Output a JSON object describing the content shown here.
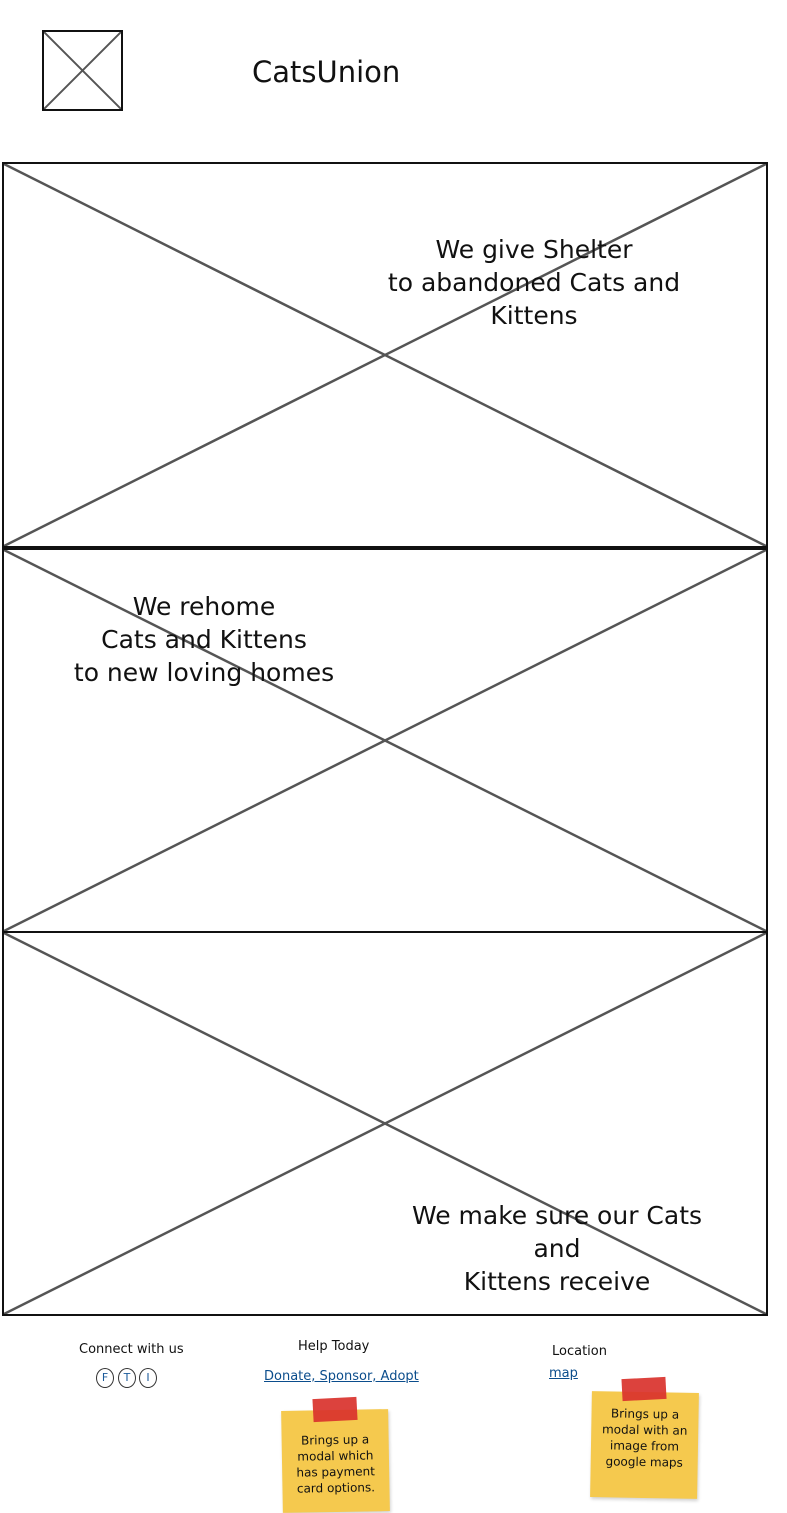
{
  "header": {
    "logo_icon": "image-placeholder-icon",
    "brand": "CatsUnion"
  },
  "sections": [
    {
      "image_icon": "image-placeholder-icon",
      "caption": "We give Shelter\nto abandoned Cats and\nKittens"
    },
    {
      "image_icon": "image-placeholder-icon",
      "caption": "We rehome\nCats and Kittens\nto new loving homes"
    },
    {
      "image_icon": "image-placeholder-icon",
      "caption": "We make sure our Cats\nand\nKittens receive"
    }
  ],
  "footer": {
    "connect": {
      "heading": "Connect with us",
      "icons": [
        {
          "name": "facebook-icon",
          "glyph": "F"
        },
        {
          "name": "twitter-icon",
          "glyph": "T"
        },
        {
          "name": "instagram-icon",
          "glyph": "I"
        }
      ]
    },
    "help": {
      "heading": "Help Today",
      "link": "Donate, Sponsor, Adopt",
      "note": "Brings up a\nmodal which\nhas payment\ncard options."
    },
    "location": {
      "heading": "Location",
      "link": "map",
      "note": "Brings up a\nmodal with an\nimage from\ngoogle maps"
    }
  },
  "colors": {
    "sticky_note": "#f5c94e",
    "tape": "#d9322c",
    "link": "#0b4d8c"
  }
}
